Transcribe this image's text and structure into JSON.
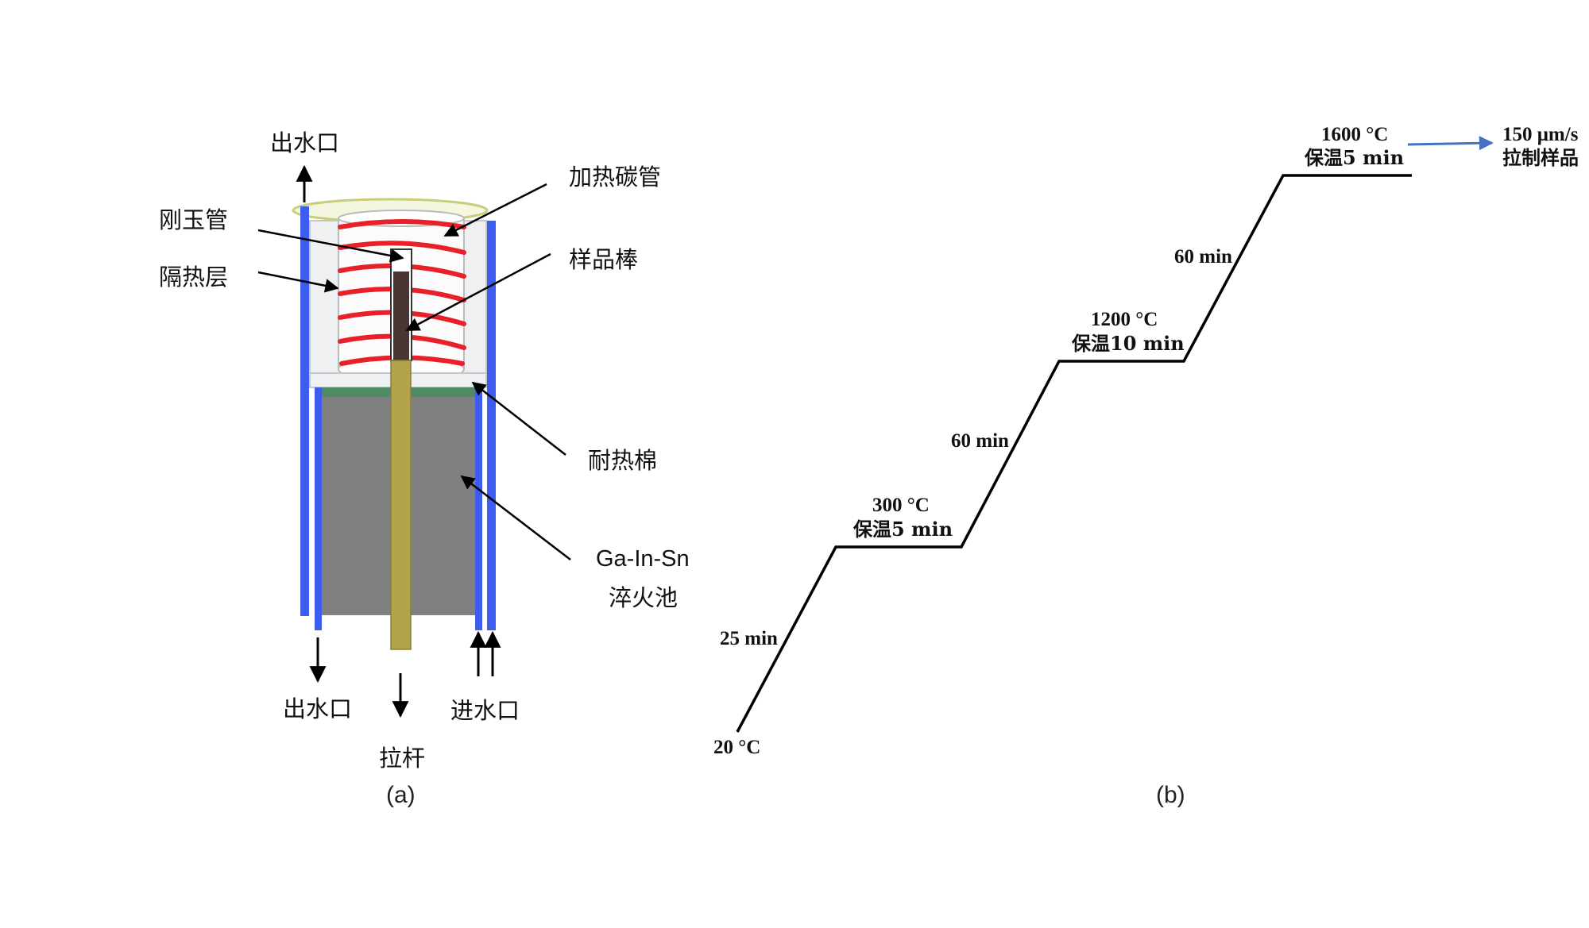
{
  "panel_a": {
    "caption": "(a)",
    "labels": {
      "outlet_top": "出水口",
      "corundum_tube": "刚玉管",
      "insulation_layer": "隔热层",
      "heating_carbon_tube": "加热碳管",
      "sample_rod": "样品棒",
      "heat_resistant_cotton": "耐热棉",
      "quench_pool_alloy": "Ga-In-Sn",
      "quench_pool": "淬火池",
      "outlet_bottom": "出水口",
      "pull_rod": "拉杆",
      "inlet": "进水口"
    },
    "colors": {
      "water_jacket": "#3f5cf0",
      "heater_coil": "#e8202a",
      "sample": "#4a3535",
      "pull_rod": "#b3a34a",
      "quench_alloy": "#808080",
      "cotton_green": "#4f8a62"
    }
  },
  "panel_b": {
    "caption": "(b)",
    "start_temp": "20 °C",
    "stage1_time": "25 min",
    "stage1_temp": "300 °C",
    "stage1_hold": "保温5 min",
    "stage2_time": "60 min",
    "stage2_temp": "1200 °C",
    "stage2_hold": "保温10 min",
    "stage3_time": "60 min",
    "stage3_temp": "1600 °C",
    "stage3_hold": "保温5 min",
    "pull_speed": "150 μm/s",
    "pull_action": "拉制样品",
    "arrow_color": "#4472c4"
  }
}
